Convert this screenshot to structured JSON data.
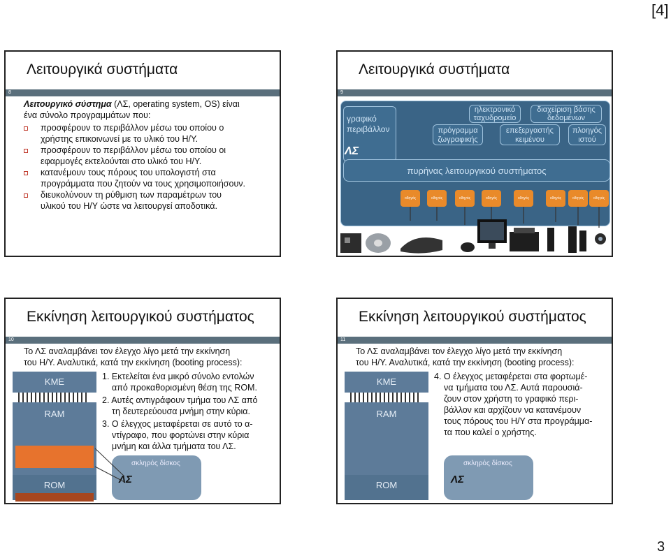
{
  "page_tag": "[4]",
  "page_number": "3",
  "slide8": {
    "number": "8",
    "title": "Λειτουργικά συστήματα",
    "intro_bold": "Λειτουργικό σύστημα",
    "intro_rest": " (ΛΣ, operating system, OS) είναι",
    "intro_line2": "ένα σύνολο προγραμμάτων που:",
    "bullets": [
      [
        "προσφέρουν το περιβάλλον μέσω του οποίου ο",
        "χρήστης επικοινωνεί με το υλικό του Η/Υ."
      ],
      [
        "προσφέρουν το περιβάλλον μέσω του οποίου οι",
        "εφαρμογές εκτελούνται στο υλικό του Η/Υ."
      ],
      [
        "κατανέμουν τους πόρους του υπολογιστή στα",
        "προγράμματα που ζητούν να τους χρησιμοποιήσουν."
      ],
      [
        "διευκολύνουν τη ρύθμιση των παραμέτρων του",
        "υλικού του Η/Υ ώστε να λειτουργεί αποδοτικά."
      ]
    ]
  },
  "slide9": {
    "number": "9",
    "title": "Λειτουργικά συστήματα",
    "gui_line1": "γραφικό",
    "gui_line2": "περιβάλλον",
    "os_label": "ΛΣ",
    "email_l1": "ηλεκτρονικό",
    "email_l2": "ταχυδρομείο",
    "db_l1": "διαχείριση βάσης",
    "db_l2": "δεδομένων",
    "paint_l1": "πρόγραμμα",
    "paint_l2": "ζωγραφικής",
    "word_l1": "επεξεργαστής",
    "word_l2": "κειμένου",
    "browser_l1": "πλοηγός",
    "browser_l2": "ιστού",
    "kernel": "πυρήνας λειτουργικού συστήματος",
    "driver": "οδηγός"
  },
  "slide10": {
    "number": "10",
    "title": "Εκκίνηση λειτουργικού συστήματος",
    "intro1": "Το ΛΣ αναλαμβάνει τον έλεγχο λίγο μετά την εκκίνηση",
    "intro2": "του Η/Υ. Αναλυτικά, κατά την εκκίνηση (booting process):",
    "cpu": "ΚΜΕ",
    "ram": "RAM",
    "rom": "ROM",
    "disk": "σκληρός δίσκος",
    "os": "ΛΣ",
    "steps": [
      {
        "n": "1.",
        "l1": "Εκτελείται ένα μικρό σύνολο εντολών",
        "l2": "από προκαθορισμένη θέση της ROM.",
        "l3": ""
      },
      {
        "n": "2.",
        "l1": "Αυτές αντιγράφουν τμήμα του ΛΣ από",
        "l2": "τη δευτερεύουσα μνήμη στην κύρια.",
        "l3": ""
      },
      {
        "n": "3.",
        "l1": "Ο έλεγχος μεταφέρεται σε αυτό το α-",
        "l2": "ντίγραφο, που φορτώνει στην κύρια",
        "l3": "μνήμη και άλλα τμήματα του ΛΣ."
      }
    ]
  },
  "slide11": {
    "number": "11",
    "title": "Εκκίνηση λειτουργικού συστήματος",
    "intro1": "Το ΛΣ αναλαμβάνει τον έλεγχο λίγο μετά την εκκίνηση",
    "intro2": "του Η/Υ. Αναλυτικά, κατά την εκκίνηση (booting process):",
    "cpu": "ΚΜΕ",
    "ram": "RAM",
    "rom": "ROM",
    "disk": "σκληρός δίσκος",
    "os": "ΛΣ",
    "step_n": "4.",
    "step_lines": [
      "Ο έλεγχος μεταφέρεται στα φορτωμέ-",
      "να τμήματα του ΛΣ. Αυτά παρουσιά-",
      "ζουν στον χρήστη το γραφικό περι-",
      "βάλλον και αρχίζουν να κατανέμουν",
      "τους πόρους του Η/Υ στα προγράμμα-",
      "τα που καλεί ο χρήστης."
    ]
  }
}
